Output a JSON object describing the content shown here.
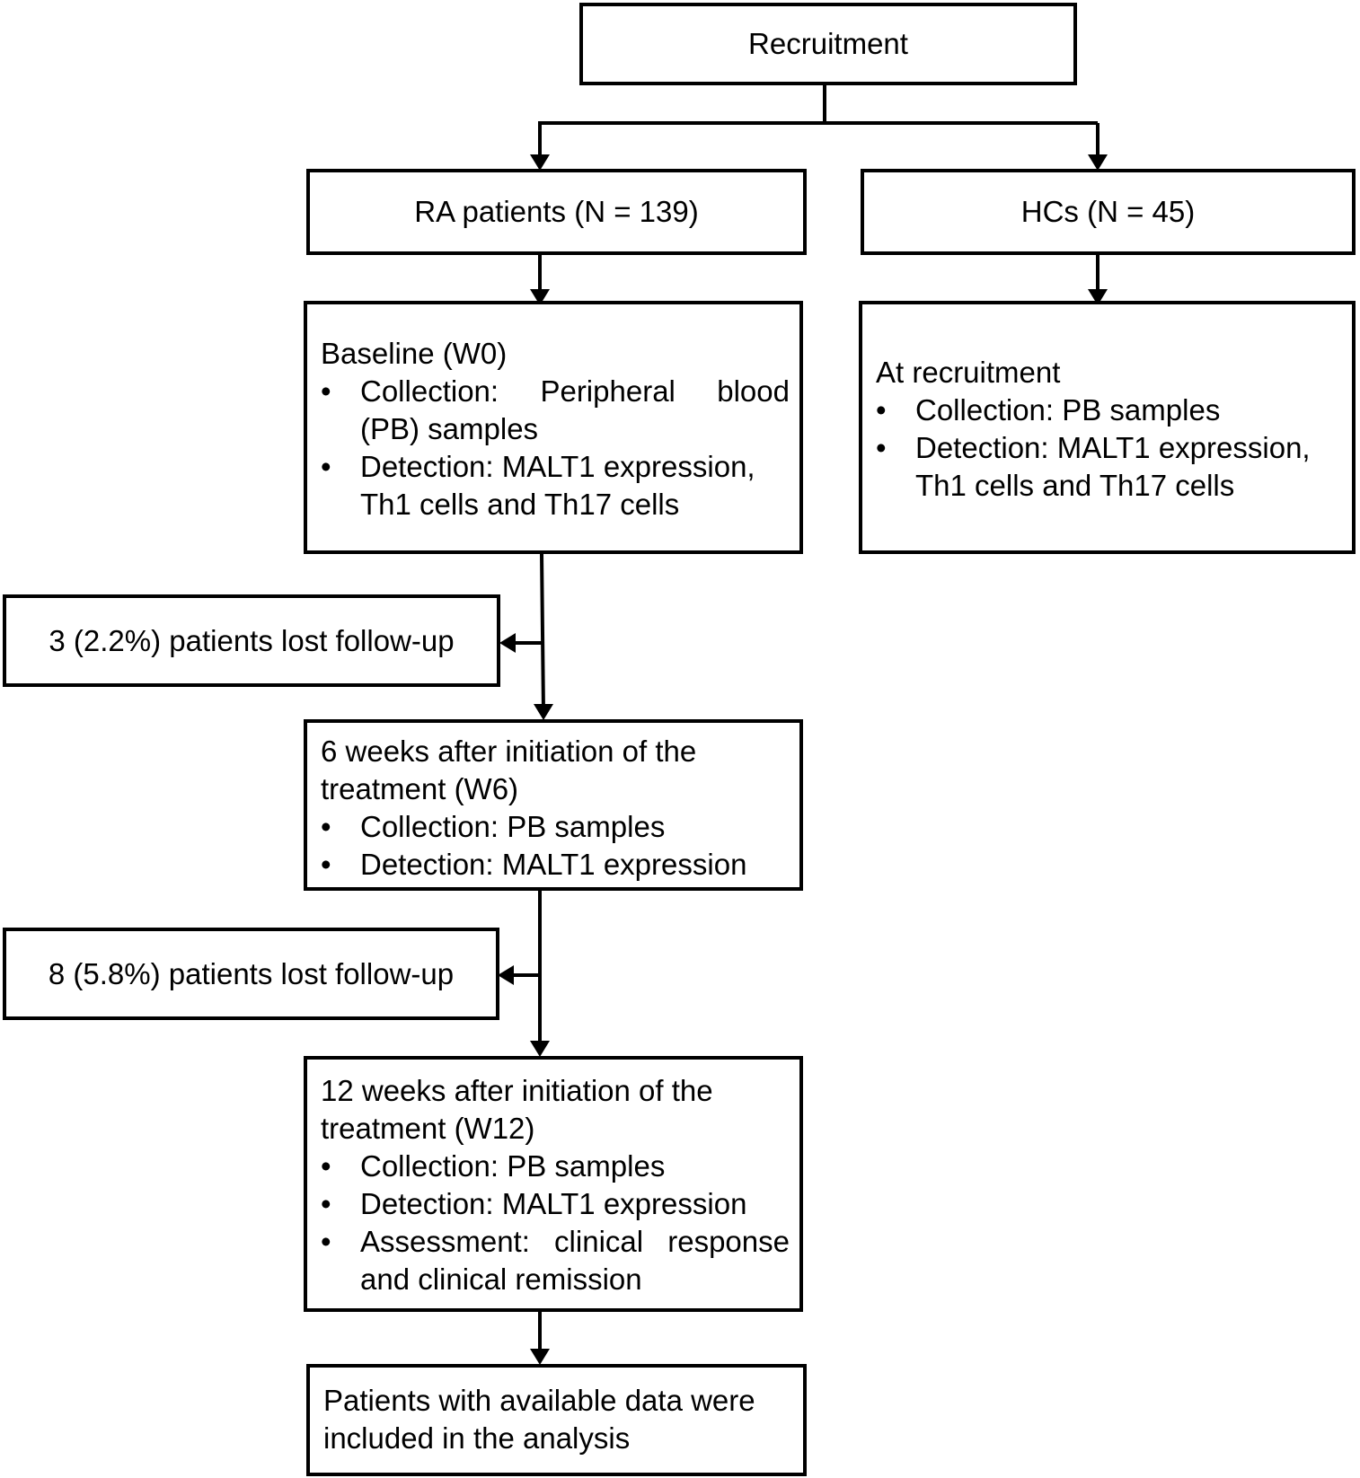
{
  "recruitment": "Recruitment",
  "ra_patients": "RA patients (N = 139)",
  "hcs": "HCs (N = 45)",
  "baseline": {
    "title": "Baseline (W0)",
    "items": [
      "Collection: Peripheral blood (PB) samples",
      "Detection: MALT1 expression, Th1 cells and Th17 cells"
    ]
  },
  "hc_recruitment": {
    "title": "At recruitment",
    "items": [
      "Collection: PB samples",
      "Detection: MALT1 expression, Th1 cells and Th17 cells"
    ]
  },
  "lost_1": "3 (2.2%) patients lost follow-up",
  "week6": {
    "title_line1": "6 weeks after initiation of the",
    "title_line2": "treatment (W6)",
    "items": [
      "Collection: PB samples",
      "Detection: MALT1 expression"
    ]
  },
  "lost_2": "8 (5.8%) patients lost follow-up",
  "week12": {
    "title_line1": "12 weeks after initiation of the",
    "title_line2": "treatment (W12)",
    "items": [
      "Collection: PB samples",
      "Detection: MALT1 expression",
      "Assessment: clinical response and clinical remission"
    ]
  },
  "final": "Patients with available data were included in the analysis"
}
